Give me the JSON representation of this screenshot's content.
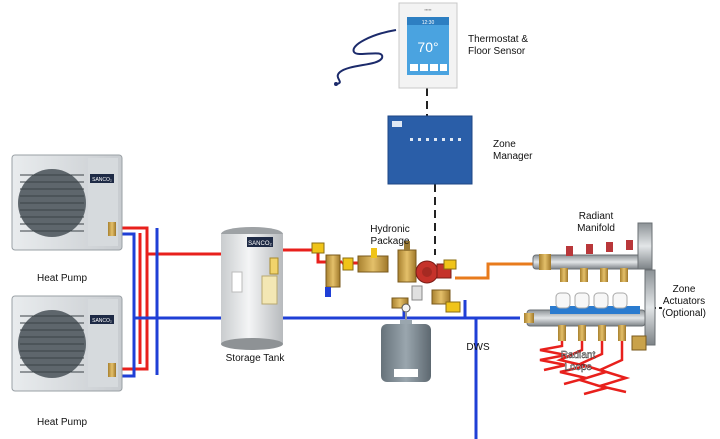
{
  "labels": {
    "thermostat": "Thermostat &\nFloor Sensor",
    "zone_manager": "Zone\nManager",
    "hydronic_package": "Hydronic\nPackage",
    "radiant_manifold": "Radiant\nManifold",
    "zone_actuators": "Zone\nActuators\n(Optional)",
    "heat_pump_top": "Heat Pump",
    "heat_pump_bottom": "Heat Pump",
    "storage_tank": "Storage Tank",
    "dws": "DWS",
    "radiant_loops": "Radiant\nLoops"
  },
  "thermostat_screen": {
    "temperature": "70°",
    "time": "12:30"
  },
  "brand": {
    "tank_logo": "SANCO₂",
    "heat_pump_logo": "SANCO₂"
  },
  "colors": {
    "hot_pipe": "#e8201c",
    "cold_pipe": "#1f3fd6",
    "orange_pipe": "#e87b1c",
    "zone_manager": "#2a5ea8",
    "thermostat_screen": "#4aa3e0",
    "expansion_tank": "#7a8790",
    "brass": "#c9a24a",
    "control_wire": "#222222"
  }
}
